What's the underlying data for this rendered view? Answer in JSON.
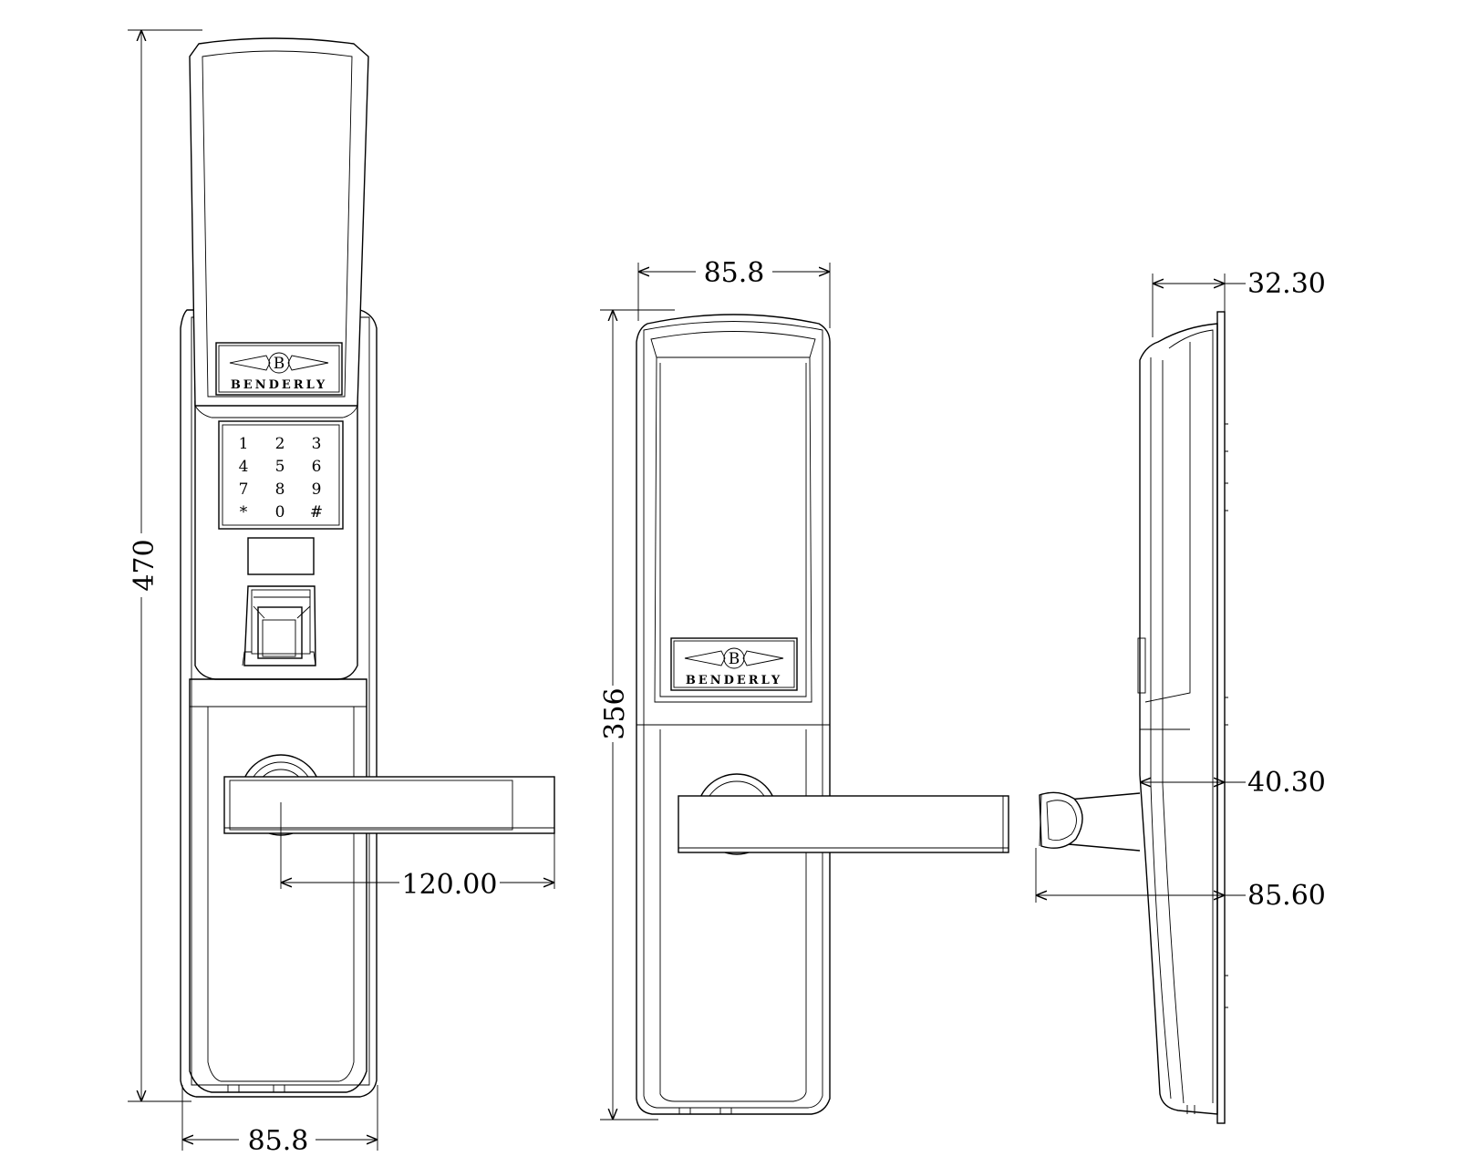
{
  "brand": {
    "name": "BENDERLY",
    "logo_letter": "B"
  },
  "keypad": [
    "1",
    "2",
    "3",
    "4",
    "5",
    "6",
    "7",
    "8",
    "9",
    "*",
    "0",
    "#"
  ],
  "dimensions": {
    "front_total_height": "470",
    "front_width": "85.8",
    "front_handle_length": "120.00",
    "back_width": "85.8",
    "back_height": "356",
    "side_top_depth": "32.30",
    "side_mid_depth": "40.30",
    "side_handle_depth": "85.60"
  }
}
